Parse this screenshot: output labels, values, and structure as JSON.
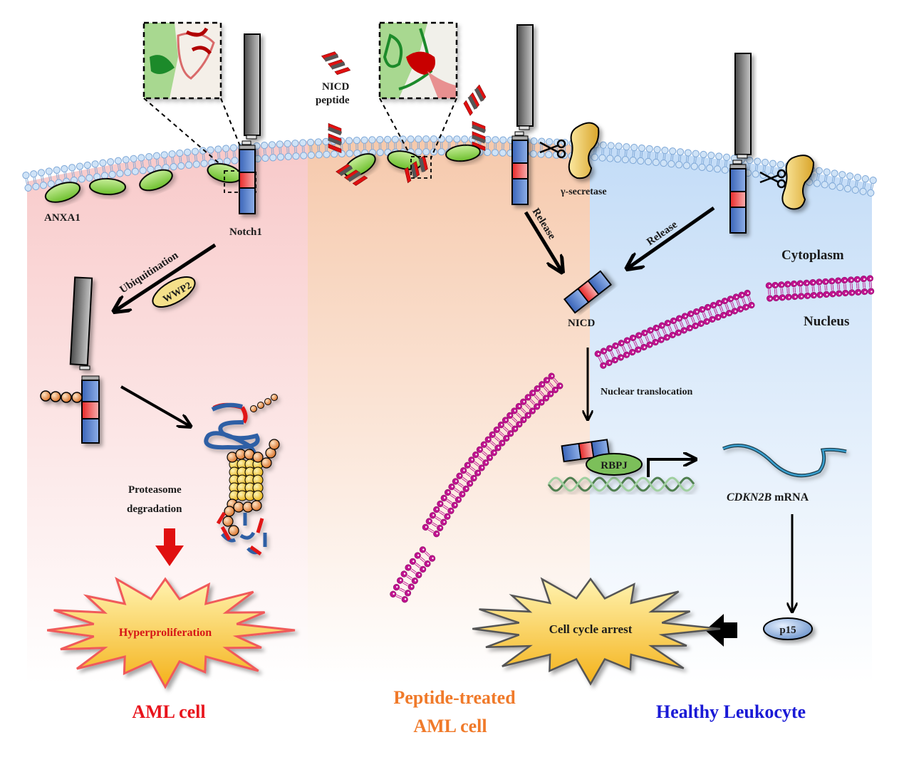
{
  "figure": {
    "description": "NICD peptide disrupts ANXA1-Notch1 interaction leading to cell cycle arrest in AML cells",
    "panels": [
      {
        "id": "aml",
        "label": "AML cell",
        "color": "#e8141c",
        "bg": "#f9cfcf"
      },
      {
        "id": "peptide",
        "label_line1": "Peptide-treated",
        "label_line2": "AML cell",
        "color": "#f07a2a",
        "bg": "#f6cbb0"
      },
      {
        "id": "healthy",
        "label": "Healthy Leukocyte",
        "color": "#1a1ad6",
        "bg": "#c9def7"
      }
    ]
  },
  "labels": {
    "anxa1": "ANXA1",
    "notch1": "Notch1",
    "nicd_peptide_1": "NICD",
    "nicd_peptide_2": "peptide",
    "gamma_secretase": "γ-secretase",
    "release_1": "Release",
    "release_2": "Release",
    "nicd": "NICD",
    "cytoplasm": "Cytoplasm",
    "nucleus": "Nucleus",
    "ubiquitination": "Ubiquitination",
    "wwp2": "WWP2",
    "proteasome_1": "Proteasome",
    "proteasome_2": "degradation",
    "nuclear_translocation": "Nuclear translocation",
    "rbpj": "RBPJ",
    "mrna_gene": "CDKN2B",
    "mrna_suffix": " mRNA",
    "p15": "p15",
    "hyperproliferation": "Hyperproliferation",
    "cell_cycle_arrest": "Cell cycle arrest"
  },
  "colors": {
    "anxa1_green": "#8fd14f",
    "notch_blue": "#4a78c8",
    "notch_red": "#e83030",
    "notch_gray": "#6b6b6b",
    "membrane_head": "#cfe3f7",
    "nuclear_membrane": "#c0138f",
    "peptide_red": "#e01010",
    "secretase_yellow": "#e8c24a",
    "ubiquitin_orange": "#e0843a",
    "proteasome_yellow": "#f5c518",
    "starburst": "#f8c53a",
    "p15_blue": "#8fb6e6",
    "wwp2_yellow": "#f5e08a",
    "rbpj_green": "#7bbf5a",
    "dna_green": "#7aa87a",
    "mrna_blue": "#3aa0d0"
  }
}
